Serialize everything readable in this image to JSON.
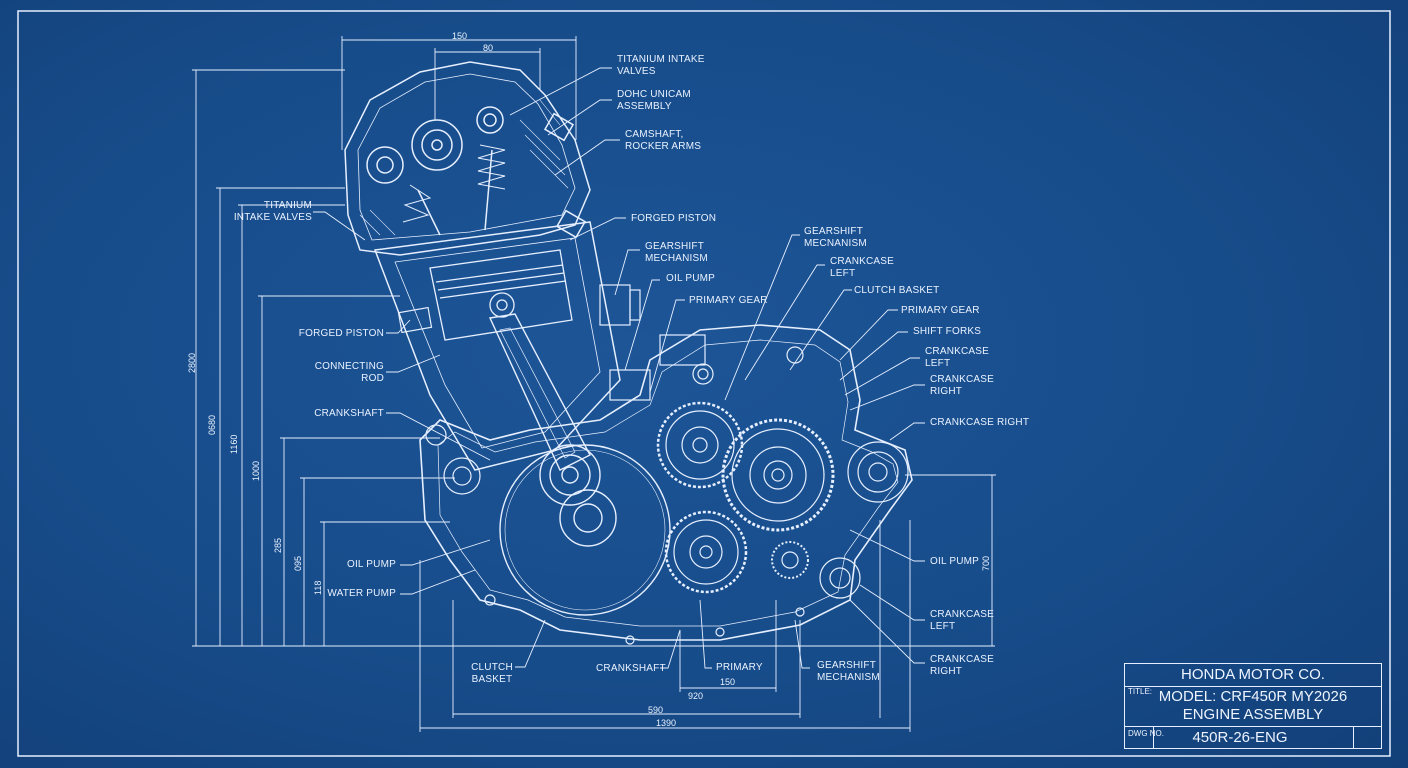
{
  "callouts": {
    "titanium_intake_valves_top": "TITANIUM INTAKE\nVALVES",
    "dohc_unicam": "DOHC UNICAM\nASSEMBLY",
    "camshaft_rocker": "CAMSHAFT,\nROCKER ARMS",
    "forged_piston_right": "FORGED PISTON",
    "gearshift_mech_upper": "GEARSHIFT\nMECHANISM",
    "oil_pump_upper": "OIL PUMP",
    "primary_gear_upper": "PRIMARY GEAR",
    "gearshift_mecnanism": "GEARSHIFT\nMECNANISM",
    "crankcase_left_1": "CRANKCASE\nLEFT",
    "clutch_basket_right": "CLUTCH BASKET",
    "primary_gear_right": "PRIMARY GEAR",
    "shift_forks": "SHIFT FORKS",
    "crankcase_left_2": "CRANKCASE\nLEFT",
    "crankcase_right_1": "CRANKCASE\nRIGHT",
    "crankcase_right_2": "CRANKCASE RIGHT",
    "titanium_intake_valves_left": "TITANIUM\nINTAKE VALVES",
    "forged_piston_left": "FORGED PISTON",
    "connecting_rod": "CONNECTING\nROD",
    "crankshaft_left": "CRANKSHAFT",
    "oil_pump_left": "OIL PUMP",
    "water_pump": "WATER PUMP",
    "oil_pump_right": "OIL PUMP",
    "crankcase_left_bottom": "CRANKCASE\nLEFT",
    "crankcase_right_bottom": "CRANKCASE\nRIGHT",
    "clutch_basket_bottom": "CLUTCH\nBASKET",
    "crankshaft_bottom": "CRANKSHAFT",
    "primary_bottom": "PRIMARY",
    "gearshift_mech_bottom": "GEARSHIFT\nMECHANISM"
  },
  "dimensions": {
    "top_150": "150",
    "top_80": "80",
    "left_2800": "2800",
    "left_0680": "0680",
    "left_1160": "1160",
    "left_1000": "1000",
    "left_285": "285",
    "left_095": "095",
    "left_118": "118",
    "right_700": "700",
    "bottom_150": "150",
    "bottom_920": "920",
    "bottom_590": "590",
    "bottom_1390": "1390"
  },
  "title_block": {
    "company": "HONDA MOTOR CO.",
    "title_label": "TITLE:",
    "model": "MODEL: CRF450R MY2026",
    "drawing_name": "ENGINE ASSEMBLY",
    "dwg_label": "DWG NO.",
    "dwg_number": "450R-26-ENG"
  },
  "colors": {
    "background": "#174c8a",
    "line": "#e6efff"
  }
}
